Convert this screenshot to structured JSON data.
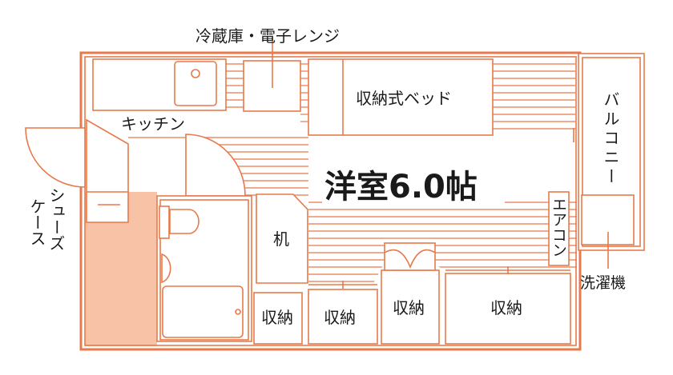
{
  "floorplan": {
    "line_color": "#e8794a",
    "fill_color": "#f7c2a5",
    "labels": {
      "fridge_microwave": "冷蔵庫・電子レンジ",
      "kitchen": "キッチン",
      "storage_bed": "収納式ベッド",
      "western_room": "洋室6.0帖",
      "balcony": "バルコニー",
      "shoe_case_line1": "シューズ",
      "shoe_case_line2": "ケース",
      "desk": "机",
      "air_conditioner": "エアコン",
      "washing_machine": "洗濯機",
      "storage": "収納"
    }
  }
}
